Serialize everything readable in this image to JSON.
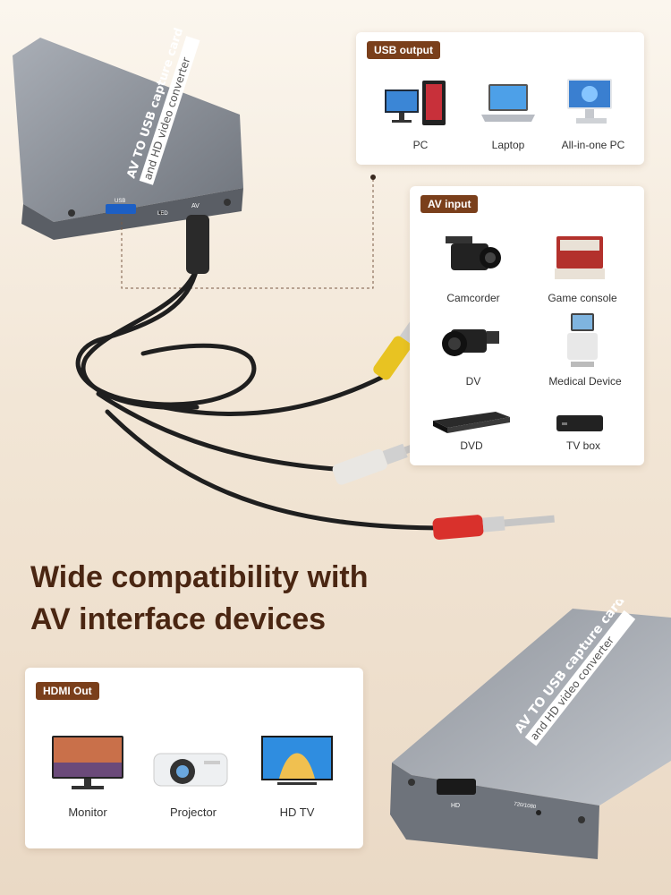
{
  "colors": {
    "accent": "#7a3f1b",
    "headline": "#4a2612",
    "device": "#8a8f97"
  },
  "usb_output": {
    "badge": "USB output",
    "items": [
      {
        "label": "PC",
        "icon": "pc-tower-icon"
      },
      {
        "label": "Laptop",
        "icon": "laptop-icon"
      },
      {
        "label": "All-in-one PC",
        "icon": "all-in-one-pc-icon"
      }
    ]
  },
  "av_input": {
    "badge": "AV input",
    "items": [
      {
        "label": "Camcorder",
        "icon": "camcorder-icon"
      },
      {
        "label": "Game  console",
        "icon": "game-console-icon"
      },
      {
        "label": "DV",
        "icon": "dv-camera-icon"
      },
      {
        "label": "Medical Device",
        "icon": "medical-device-icon"
      },
      {
        "label": "DVD",
        "icon": "dvd-player-icon"
      },
      {
        "label": "TV box",
        "icon": "tv-box-icon"
      }
    ]
  },
  "headline": {
    "line1": "Wide compatibility with",
    "line2": "AV interface devices"
  },
  "hdmi_out": {
    "badge": "HDMI Out",
    "items": [
      {
        "label": "Monitor",
        "icon": "monitor-icon"
      },
      {
        "label": "Projector",
        "icon": "projector-icon"
      },
      {
        "label": "HD TV",
        "icon": "hdtv-icon"
      }
    ]
  },
  "device_top": {
    "line1": "AV TO USB capture card",
    "line2": "and HD video converter",
    "port_usb": "USB",
    "port_led": "LED",
    "port_av": "AV"
  },
  "device_bottom": {
    "line1": "AV TO USB capture card",
    "line2": "and HD video converter",
    "port_hd": "HD",
    "port_res": "720/1080"
  }
}
